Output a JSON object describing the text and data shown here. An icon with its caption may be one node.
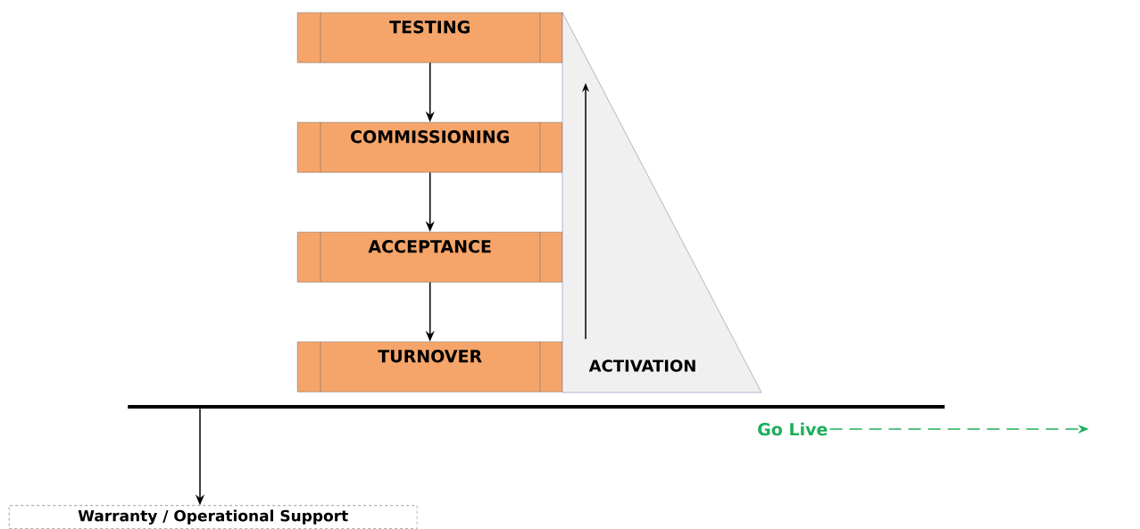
{
  "diagram": {
    "nodes": [
      {
        "text": [
          "TESTING"
        ]
      },
      {
        "text": [
          "COMMISSIONING"
        ]
      },
      {
        "text": [
          "ACCEPTANCE"
        ]
      },
      {
        "text": [
          "TURNOVER"
        ]
      },
      {
        "text": [
          "ACTIVATION"
        ]
      },
      {
        "text": [],
        "shape": "bar"
      },
      {
        "text": [
          "Warranty / Operational Support"
        ]
      },
      {
        "text": [
          "Go Live"
        ]
      }
    ],
    "edges": [
      {
        "from": 0,
        "to": 1,
        "arrow": "to"
      },
      {
        "from": 1,
        "to": 2,
        "arrow": "to"
      },
      {
        "from": 2,
        "to": 3,
        "arrow": "to"
      },
      {
        "from": 5,
        "to": 6,
        "arrow": "to"
      },
      {
        "from": 7,
        "to": null,
        "arrow": "to",
        "style": "dashed",
        "color": "#1fae5a"
      }
    ]
  }
}
